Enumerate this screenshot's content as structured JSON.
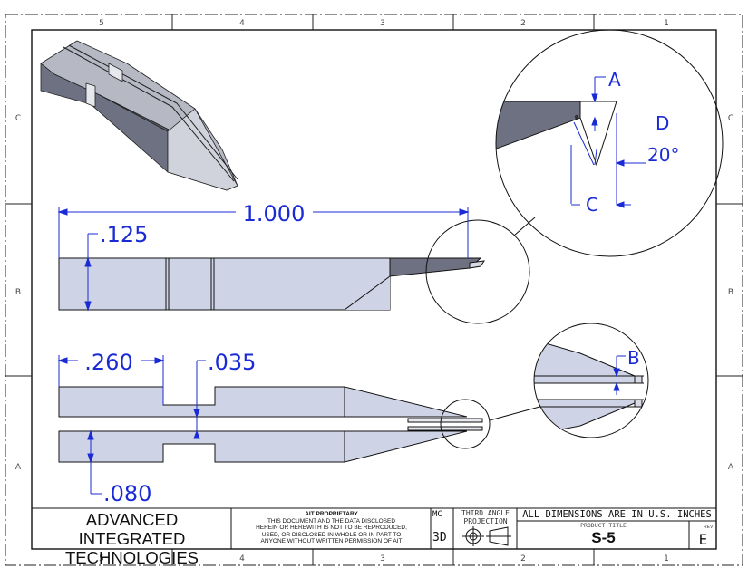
{
  "zones": {
    "columns": [
      "5",
      "4",
      "3",
      "2",
      "1"
    ],
    "rows": [
      "C",
      "B",
      "A"
    ]
  },
  "dimensions": {
    "overall_length": "1.000",
    "height": ".125",
    "notch_offset": ".260",
    "gap": ".035",
    "lower_height": ".080",
    "detail_a": "A",
    "detail_b": "B",
    "detail_c": "C",
    "detail_d": "D",
    "angle": "20°"
  },
  "title_block": {
    "company_line1": "ADVANCED INTEGRATED",
    "company_line2": "TECHNOLOGIES",
    "proprietary_title": "AIT PROPRIETARY",
    "proprietary_lines": [
      "THIS DOCUMENT AND THE DATA DISCLOSED",
      "HEREIN OR HEREWITH IS NOT TO BE REPRODUCED,",
      "USED, OR DISCLOSED IN WHOLE OR IN PART TO",
      "ANYONE WITHOUT WRITTEN PERMISSION OF AIT"
    ],
    "mc_label": "MC",
    "mc_value": "3D",
    "projection_line1": "THIRD ANGLE",
    "projection_line2": "PROJECTION",
    "units_note": "ALL DIMENSIONS ARE IN U.S. INCHES",
    "product_title_label": "PRODUCT TITLE",
    "product_title": "S-5",
    "rev_label": "REV",
    "rev_value": "E"
  },
  "colors": {
    "dimension": "#1a2bd6",
    "part_fill": "#cfd3e6",
    "part_dark": "#6e7181",
    "part_light": "#d8dae6",
    "outline": "#111111"
  }
}
